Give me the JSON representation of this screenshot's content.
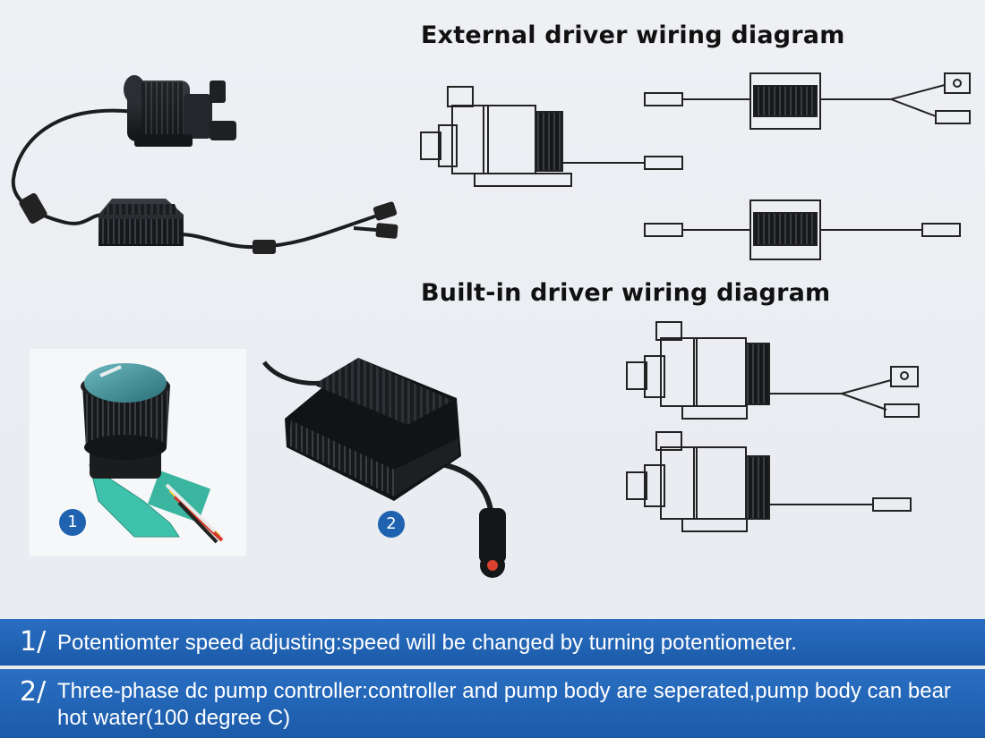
{
  "headings": {
    "external": "External driver wiring diagram",
    "builtin": "Built-in driver wiring diagram"
  },
  "badges": {
    "one": "1",
    "two": "2"
  },
  "notes": [
    {
      "num": "1/",
      "text": "Potentiomter speed adjusting:speed will be changed by turning potentiometer."
    },
    {
      "num": "2/",
      "text": "Three-phase dc pump controller:controller and pump body are seperated,pump body can bear hot water(100 degree C)"
    }
  ],
  "colors": {
    "banner": "#1f63b0",
    "badge": "#1f63b0",
    "knob_cap": "#3e8f98",
    "board": "#3bbfa6",
    "line_art": "#222222"
  }
}
